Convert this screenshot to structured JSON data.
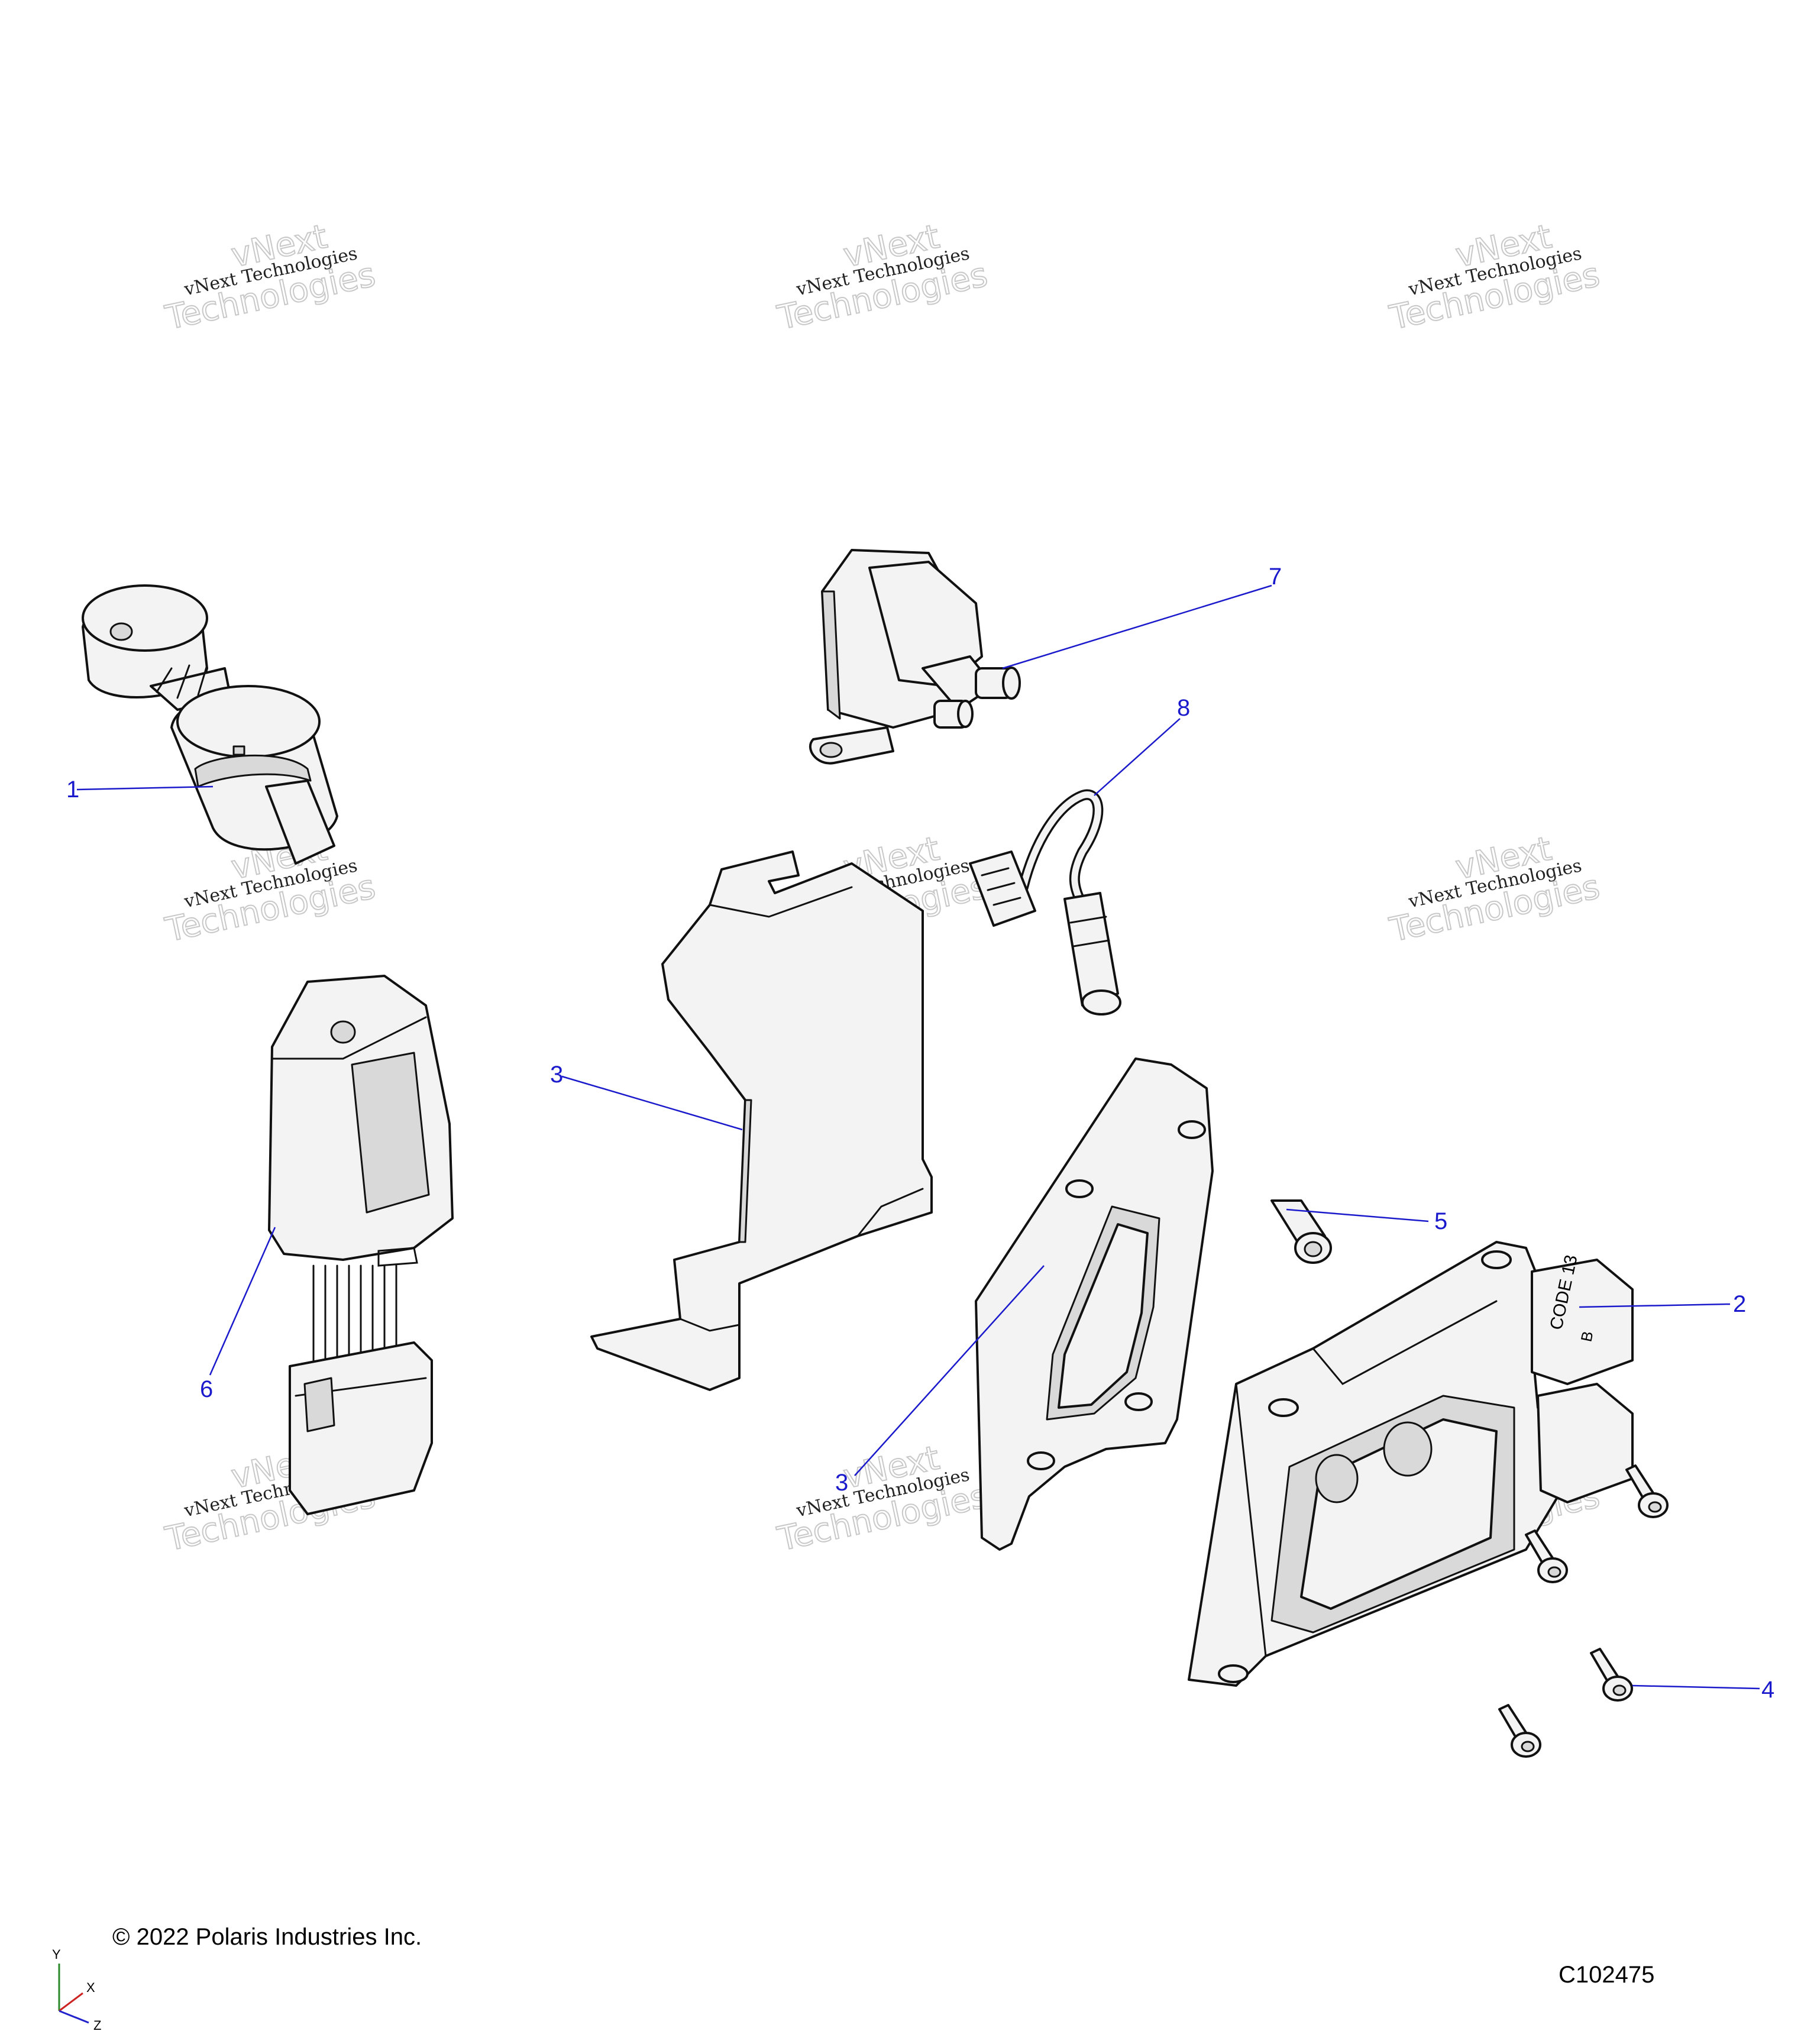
{
  "watermark": {
    "line1": "vNext",
    "line2": "vNext Technologies",
    "line3": "Technologies"
  },
  "callouts": [
    {
      "id": "1",
      "label": "1"
    },
    {
      "id": "2",
      "label": "2"
    },
    {
      "id": "3a",
      "label": "3"
    },
    {
      "id": "3b",
      "label": "3"
    },
    {
      "id": "4",
      "label": "4"
    },
    {
      "id": "5",
      "label": "5"
    },
    {
      "id": "6",
      "label": "6"
    },
    {
      "id": "7",
      "label": "7"
    },
    {
      "id": "8",
      "label": "8"
    }
  ],
  "footer": {
    "copyright": "© 2022 Polaris Industries Inc.",
    "drawing_number": "C102475"
  },
  "axes": {
    "y": "Y",
    "x": "X",
    "z": "Z"
  },
  "ecu_labels": {
    "code": "CODE 13",
    "b": "B"
  },
  "colors": {
    "leader": "#1a1acc",
    "line": "#111111",
    "fill": "#f3f3f3"
  }
}
